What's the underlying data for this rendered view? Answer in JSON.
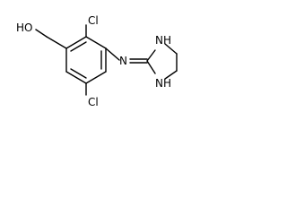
{
  "molecule": {
    "labels": {
      "hydroxyl": "HO",
      "chlorine_top": "Cl",
      "chlorine_bottom": "Cl",
      "imine_n": "N",
      "ring_nh_top": "NH",
      "ring_nh_bottom": "NH"
    }
  }
}
